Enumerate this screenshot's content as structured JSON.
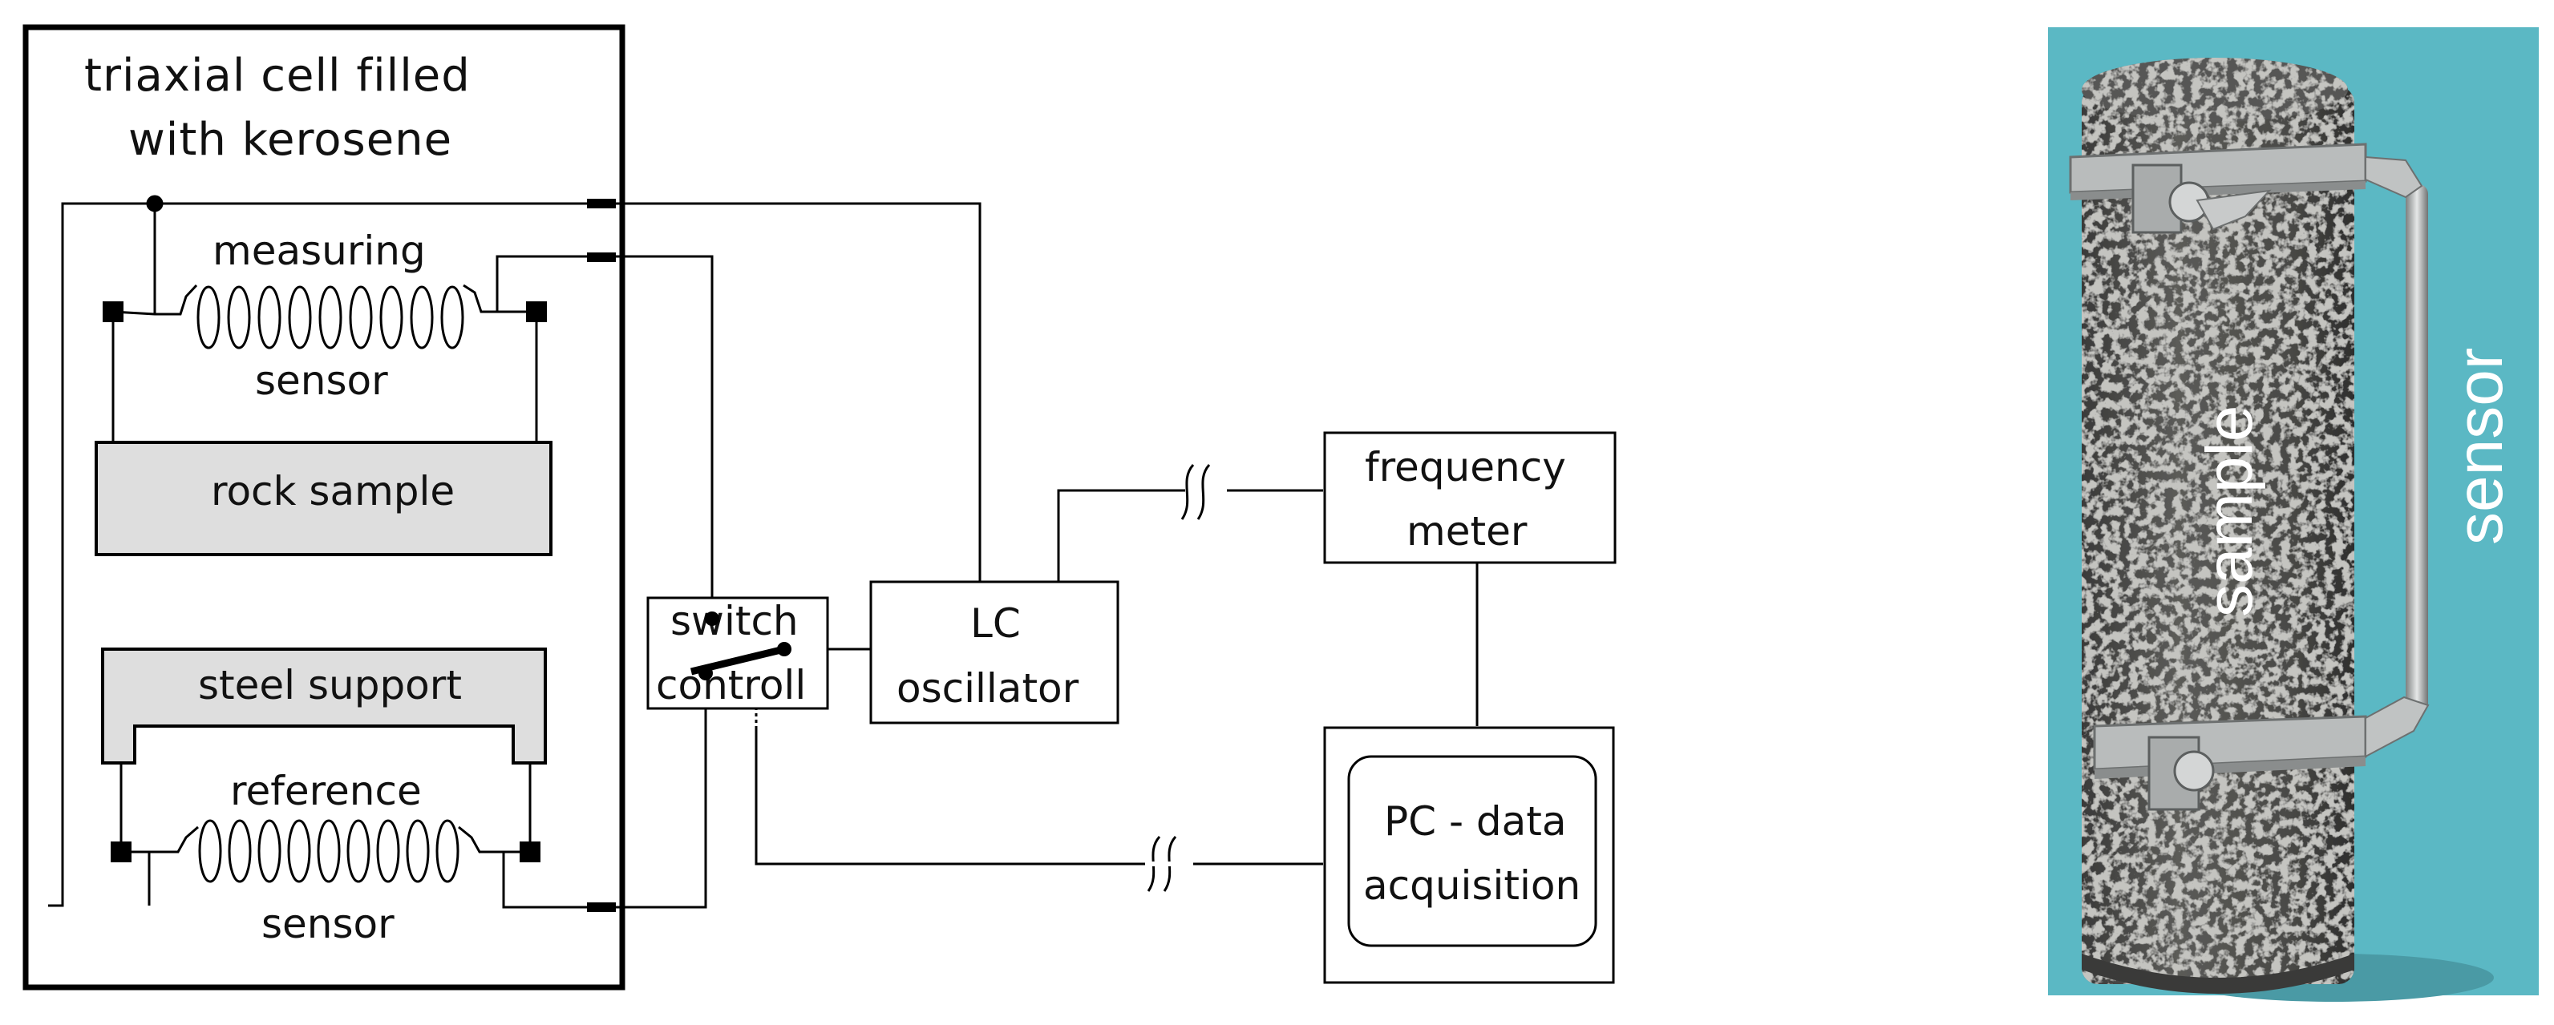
{
  "diagram": {
    "cell": {
      "title_line1": "triaxial cell filled",
      "title_line2": "with kerosene"
    },
    "measuring_sensor": {
      "label_top": "measuring",
      "label_bottom": "sensor"
    },
    "rock_sample": {
      "label": "rock sample"
    },
    "steel_support": {
      "label": "steel support"
    },
    "reference_sensor": {
      "label_top": "reference",
      "label_bottom": "sensor"
    },
    "switch": {
      "line1": "switch",
      "line2": "controll"
    },
    "oscillator": {
      "line1": "LC",
      "line2": "oscillator"
    },
    "frequency_meter": {
      "line1": "frequency",
      "line2": "meter"
    },
    "pc": {
      "line1": "PC - data",
      "line2": "acquisition"
    }
  },
  "photo": {
    "label_sample": "sample",
    "label_sensor": "sensor",
    "colors": {
      "background": "#5bb8c4",
      "rock": "#4a4a48",
      "band": "#b9bcbc"
    }
  }
}
